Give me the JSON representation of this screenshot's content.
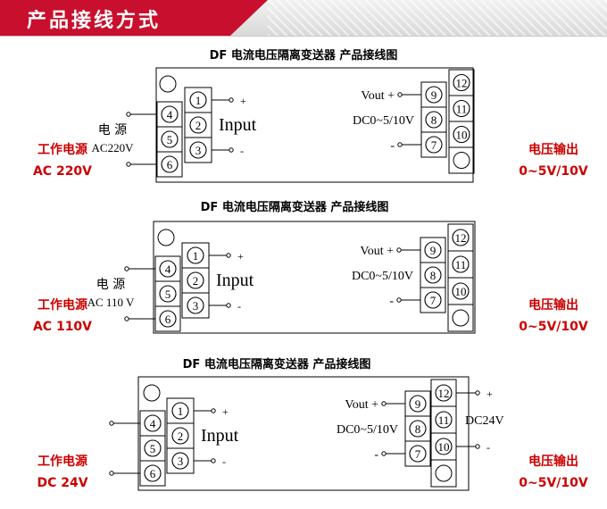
{
  "header": {
    "title": "产品接线方式"
  },
  "diagrams": [
    {
      "title": "DF 电流电压隔离变送器 产品接线图",
      "power_label": "电 源",
      "power_value": "AC220V",
      "input_label": "Input",
      "vout_label": "Vout +",
      "range_label": "DC0~5/10V",
      "left_side": [
        "工作电源",
        "AC 220V"
      ],
      "right_side": [
        "电压输出",
        "0~5V/10V"
      ],
      "dc_label": ""
    },
    {
      "title": "DF 电流电压隔离变送器 产品接线图",
      "power_label": "电 源",
      "power_value": "AC 110 V",
      "input_label": "Input",
      "vout_label": "Vout +",
      "range_label": "DC0~5/10V",
      "left_side": [
        "工作电源",
        "AC 110V"
      ],
      "right_side": [
        "电压输出",
        "0~5V/10V"
      ],
      "dc_label": ""
    },
    {
      "title": "DF 电流电压隔离变送器 产品接线图",
      "power_label": "",
      "power_value": "",
      "input_label": "Input",
      "vout_label": "Vout +",
      "range_label": "DC0~5/10V",
      "left_side": [
        "工作电源",
        "DC 24V"
      ],
      "right_side": [
        "电压输出",
        "0~5V/10V"
      ],
      "dc_label": "DC24V"
    }
  ],
  "terminal_labels": [
    "1",
    "2",
    "3",
    "4",
    "5",
    "6",
    "7",
    "8",
    "9",
    "10",
    "11",
    "12"
  ],
  "signs": {
    "plus": "+",
    "minus": "-"
  },
  "colors": {
    "header_red": "#c8102e",
    "accent_red": "#cc0000",
    "line": "#000000"
  }
}
